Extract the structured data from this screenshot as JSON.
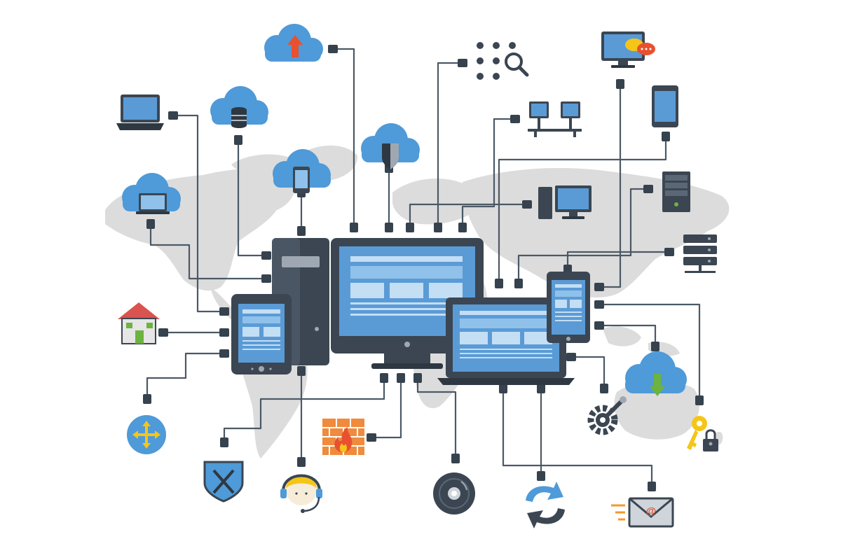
{
  "colors": {
    "map": "#d9d9d9",
    "cable": "#4a5a6a",
    "plug": "#3c4752",
    "device_dark": "#3e4a57",
    "screen_blue": "#5a9bd6",
    "screen_light": "#8fc1ea",
    "cloud": "#4f9ad8",
    "cloud_light": "#7db7e8",
    "accent_red": "#e8512f",
    "accent_orange": "#f39a2b",
    "accent_green": "#6cb33f",
    "accent_yellow": "#f5c518",
    "firewall": "#f08a3c",
    "house_roof": "#d9534f"
  },
  "center_devices": [
    "tower-pc",
    "desktop-monitor",
    "tablet",
    "laptop",
    "smartphone"
  ],
  "peripheral_icons": [
    "cloud-upload-icon",
    "cloud-database-icon",
    "cloud-phone-icon",
    "cloud-shield-icon",
    "cloud-laptop-icon",
    "cloud-download-icon",
    "laptop-icon",
    "dot-grid-search-icon",
    "video-chat-monitor-icon",
    "networked-computers-icon",
    "mobile-phone-icon",
    "server-rack-icon",
    "desktop-computer-icon",
    "server-stack-icon",
    "house-icon",
    "router-icon",
    "security-shield-icon",
    "support-headset-icon",
    "firewall-icon",
    "disc-icon",
    "sync-arrows-icon",
    "email-icon",
    "settings-tools-icon",
    "key-lock-icon"
  ],
  "email_symbol": "@"
}
